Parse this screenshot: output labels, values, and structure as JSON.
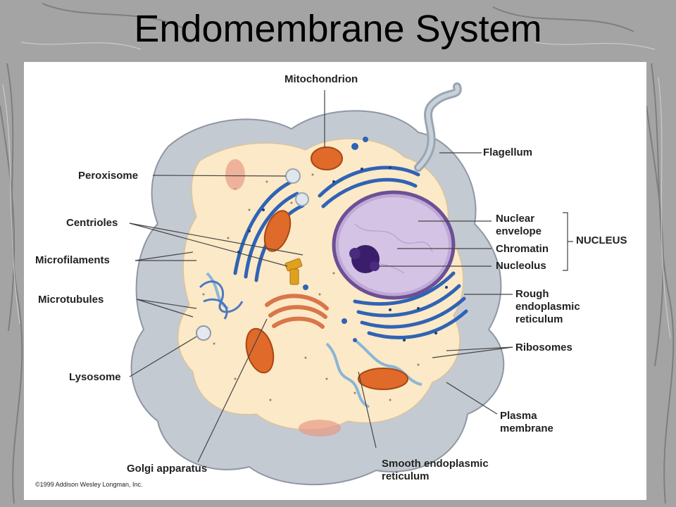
{
  "slide": {
    "title": "Endomembrane System"
  },
  "diagram": {
    "labels": {
      "mitochondrion": "Mitochondrion",
      "flagellum": "Flagellum",
      "peroxisome": "Peroxisome",
      "centrioles": "Centrioles",
      "microfilaments": "Microfilaments",
      "microtubules": "Microtubules",
      "lysosome": "Lysosome",
      "golgi": "Golgi apparatus",
      "nuclear_envelope": "Nuclear envelope",
      "chromatin": "Chromatin",
      "nucleolus": "Nucleolus",
      "nucleus_group": "NUCLEUS",
      "rough_er": "Rough endoplasmic reticulum",
      "ribosomes": "Ribosomes",
      "plasma_membrane": "Plasma membrane",
      "smooth_er": "Smooth endoplasmic reticulum"
    },
    "copyright": "©1999 Addison Wesley Longman, Inc."
  },
  "colors": {
    "cytoplasm": "#fbe9c7",
    "membrane_gray": "#b9c0c9",
    "er_blue": "#2f63b5",
    "mitochondria": "#e06a2a",
    "nucleus": "#9a7bb8",
    "chromatin": "#3a1e6a",
    "golgi": "#d9764a",
    "centrioles": "#e0a020"
  }
}
